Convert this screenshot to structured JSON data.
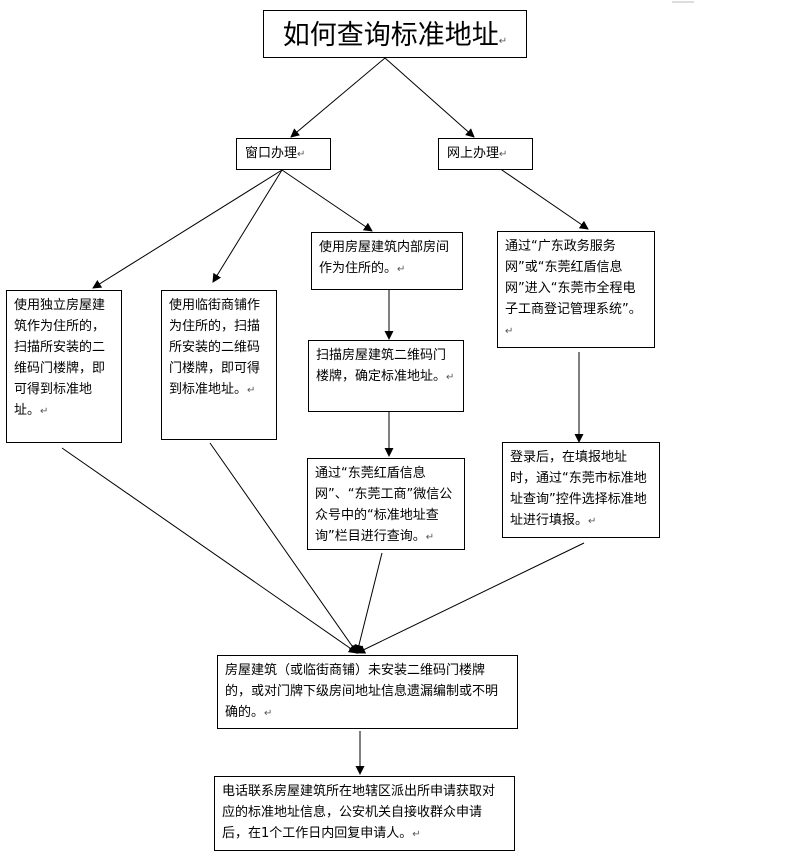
{
  "title": "如何查询标准地址",
  "nodes": {
    "window": "窗口办理",
    "online": "网上办理",
    "independent": "使用独立房屋建筑作为住所的，扫描所安装的二维码门楼牌，即可得到标准地址。",
    "street_shop": "使用临街商铺作为住所的，扫描所安装的二维码门楼牌，即可得到标准地址。",
    "internal_room": "使用房屋建筑内部房间作为住所的。",
    "scan_building": "扫描房屋建筑二维码门楼牌，确定标准地址。",
    "wechat_query": "通过“东莞红盾信息网”、“东莞工商”微信公众号中的“标准地址查询”栏目进行查询。",
    "online_system": "通过“广东政务服务网”或“东莞红盾信息网”进入“东莞市全程电子工商登记管理系统”。",
    "login_fill": "登录后，在填报地址时，通过“东莞市标准地址查询”控件选择标准地址进行填报。",
    "no_qr": "房屋建筑（或临街商铺）未安装二维码门楼牌的，或对门牌下级房间地址信息遗漏编制或不明确的。",
    "phone_contact": "电话联系房屋建筑所在地辖区派出所申请获取对应的标准地址信息，公安机关自接收群众申请后，在1个工作日内回复申请人。"
  },
  "paragraph_mark": "↵"
}
